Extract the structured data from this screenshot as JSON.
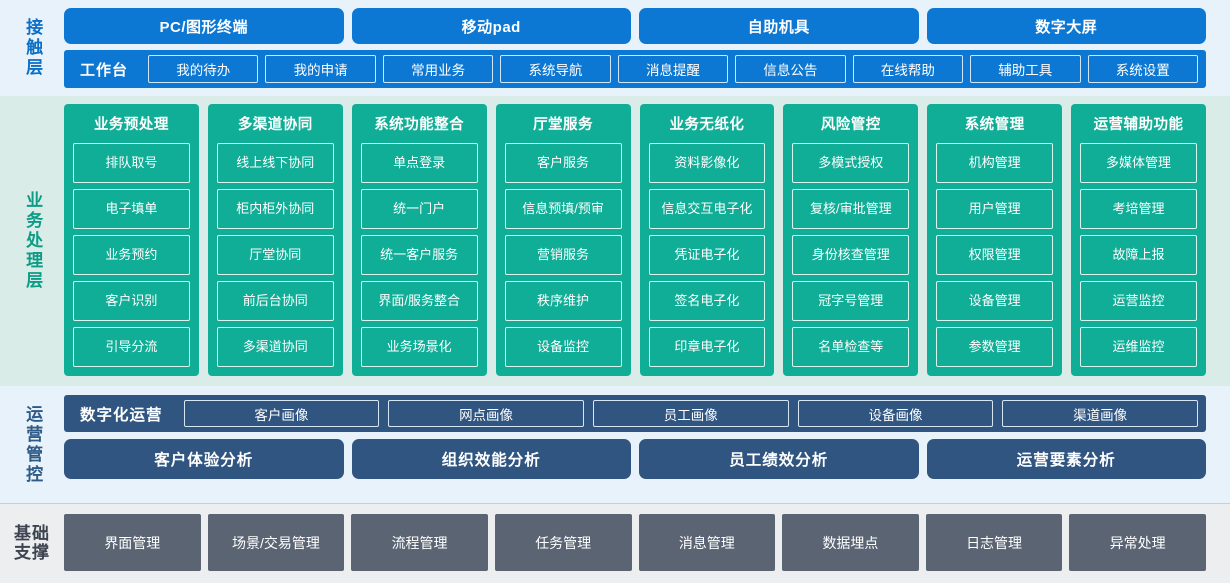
{
  "layers": {
    "contact": {
      "label": "接触层",
      "channels": [
        "PC/图形终端",
        "移动pad",
        "自助机具",
        "数字大屏"
      ],
      "workbench_title": "工作台",
      "workbench_items": [
        "我的待办",
        "我的申请",
        "常用业务",
        "系统导航",
        "消息提醒",
        "信息公告",
        "在线帮助",
        "辅助工具",
        "系统设置"
      ]
    },
    "business": {
      "label": "业务处理层",
      "columns": [
        {
          "title": "业务预处理",
          "items": [
            "排队取号",
            "电子填单",
            "业务预约",
            "客户识别",
            "引导分流"
          ]
        },
        {
          "title": "多渠道协同",
          "items": [
            "线上线下协同",
            "柜内柜外协同",
            "厅堂协同",
            "前后台协同",
            "多渠道协同"
          ]
        },
        {
          "title": "系统功能整合",
          "items": [
            "单点登录",
            "统一门户",
            "统一客户服务",
            "界面/服务整合",
            "业务场景化"
          ]
        },
        {
          "title": "厅堂服务",
          "items": [
            "客户服务",
            "信息预填/预审",
            "营销服务",
            "秩序维护",
            "设备监控"
          ]
        },
        {
          "title": "业务无纸化",
          "items": [
            "资料影像化",
            "信息交互电子化",
            "凭证电子化",
            "签名电子化",
            "印章电子化"
          ]
        },
        {
          "title": "风险管控",
          "items": [
            "多模式授权",
            "复核/审批管理",
            "身份核查管理",
            "冠字号管理",
            "名单检查等"
          ]
        },
        {
          "title": "系统管理",
          "items": [
            "机构管理",
            "用户管理",
            "权限管理",
            "设备管理",
            "参数管理"
          ]
        },
        {
          "title": "运营辅助功能",
          "items": [
            "多媒体管理",
            "考培管理",
            "故障上报",
            "运营监控",
            "运维监控"
          ]
        }
      ]
    },
    "operations": {
      "label": "运营管控",
      "digital_title": "数字化运营",
      "portraits": [
        "客户画像",
        "网点画像",
        "员工画像",
        "设备画像",
        "渠道画像"
      ],
      "analyses": [
        "客户体验分析",
        "组织效能分析",
        "员工绩效分析",
        "运营要素分析"
      ]
    },
    "foundation": {
      "label": "基础\n支撑",
      "label_line1": "基础",
      "label_line2": "支撑",
      "items": [
        "界面管理",
        "场景/交易管理",
        "流程管理",
        "任务管理",
        "消息管理",
        "数据埋点",
        "日志管理",
        "异常处理"
      ]
    }
  },
  "colors": {
    "contact_bg": "#e8f2fb",
    "contact_accent": "#0c78d4",
    "business_bg": "#d9ece7",
    "business_accent": "#10ae96",
    "ops_bg": "#e8f2fb",
    "ops_accent": "#2f5580",
    "foundation_bg": "#eceef0",
    "foundation_accent": "#5a6473"
  }
}
